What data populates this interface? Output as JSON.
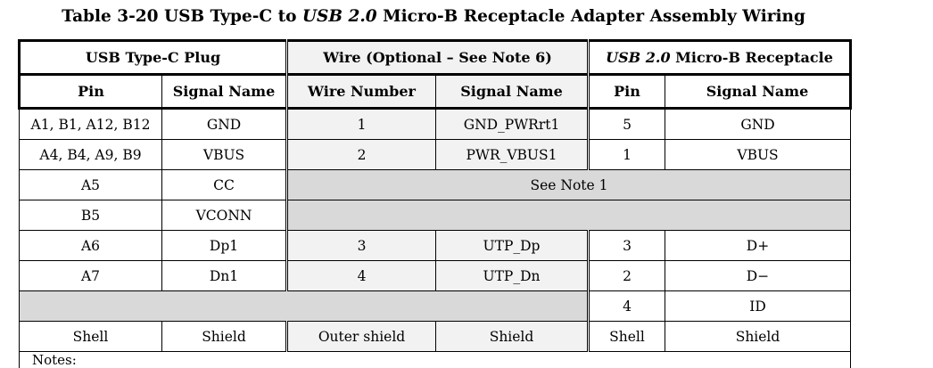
{
  "title": {
    "prefix": "Table 3-20  USB Type-C to ",
    "italic": "USB 2.0",
    "suffix": " Micro-B Receptacle Adapter Assembly Wiring"
  },
  "groups": {
    "plug": "USB Type-C Plug",
    "wire": "Wire (Optional – See Note 6)",
    "receptacle_italic": "USB 2.0",
    "receptacle_rest": " Micro-B Receptacle"
  },
  "columns": {
    "pin": "Pin",
    "signal_name": "Signal Name",
    "wire_number": "Wire Number",
    "wire_signal_name": "Signal Name",
    "rec_pin": "Pin",
    "rec_signal_name": "Signal Name"
  },
  "rows": [
    {
      "pin": "A1, B1, A12, B12",
      "signal": "GND",
      "wire_no": "1",
      "wire_signal": "GND_PWRrt1",
      "rec_pin": "5",
      "rec_signal": "GND"
    },
    {
      "pin": "A4, B4, A9, B9",
      "signal": "VBUS",
      "wire_no": "2",
      "wire_signal": "PWR_VBUS1",
      "rec_pin": "1",
      "rec_signal": "VBUS"
    },
    {
      "pin": "A5",
      "signal": "CC",
      "merged": "See Note 1"
    },
    {
      "pin": "B5",
      "signal": "VCONN",
      "merged": ""
    },
    {
      "pin": "A6",
      "signal": "Dp1",
      "wire_no": "3",
      "wire_signal": "UTP_Dp",
      "rec_pin": "3",
      "rec_signal": "D+"
    },
    {
      "pin": "A7",
      "signal": "Dn1",
      "wire_no": "4",
      "wire_signal": "UTP_Dn",
      "rec_pin": "2",
      "rec_signal": "D−"
    },
    {
      "rec_pin": "4",
      "rec_signal": "ID"
    },
    {
      "pin": "Shell",
      "signal": "Shield",
      "wire_no": "Outer shield",
      "wire_signal": "Shield",
      "rec_pin": "Shell",
      "rec_signal": "Shield"
    }
  ],
  "notes_label": "Notes:"
}
